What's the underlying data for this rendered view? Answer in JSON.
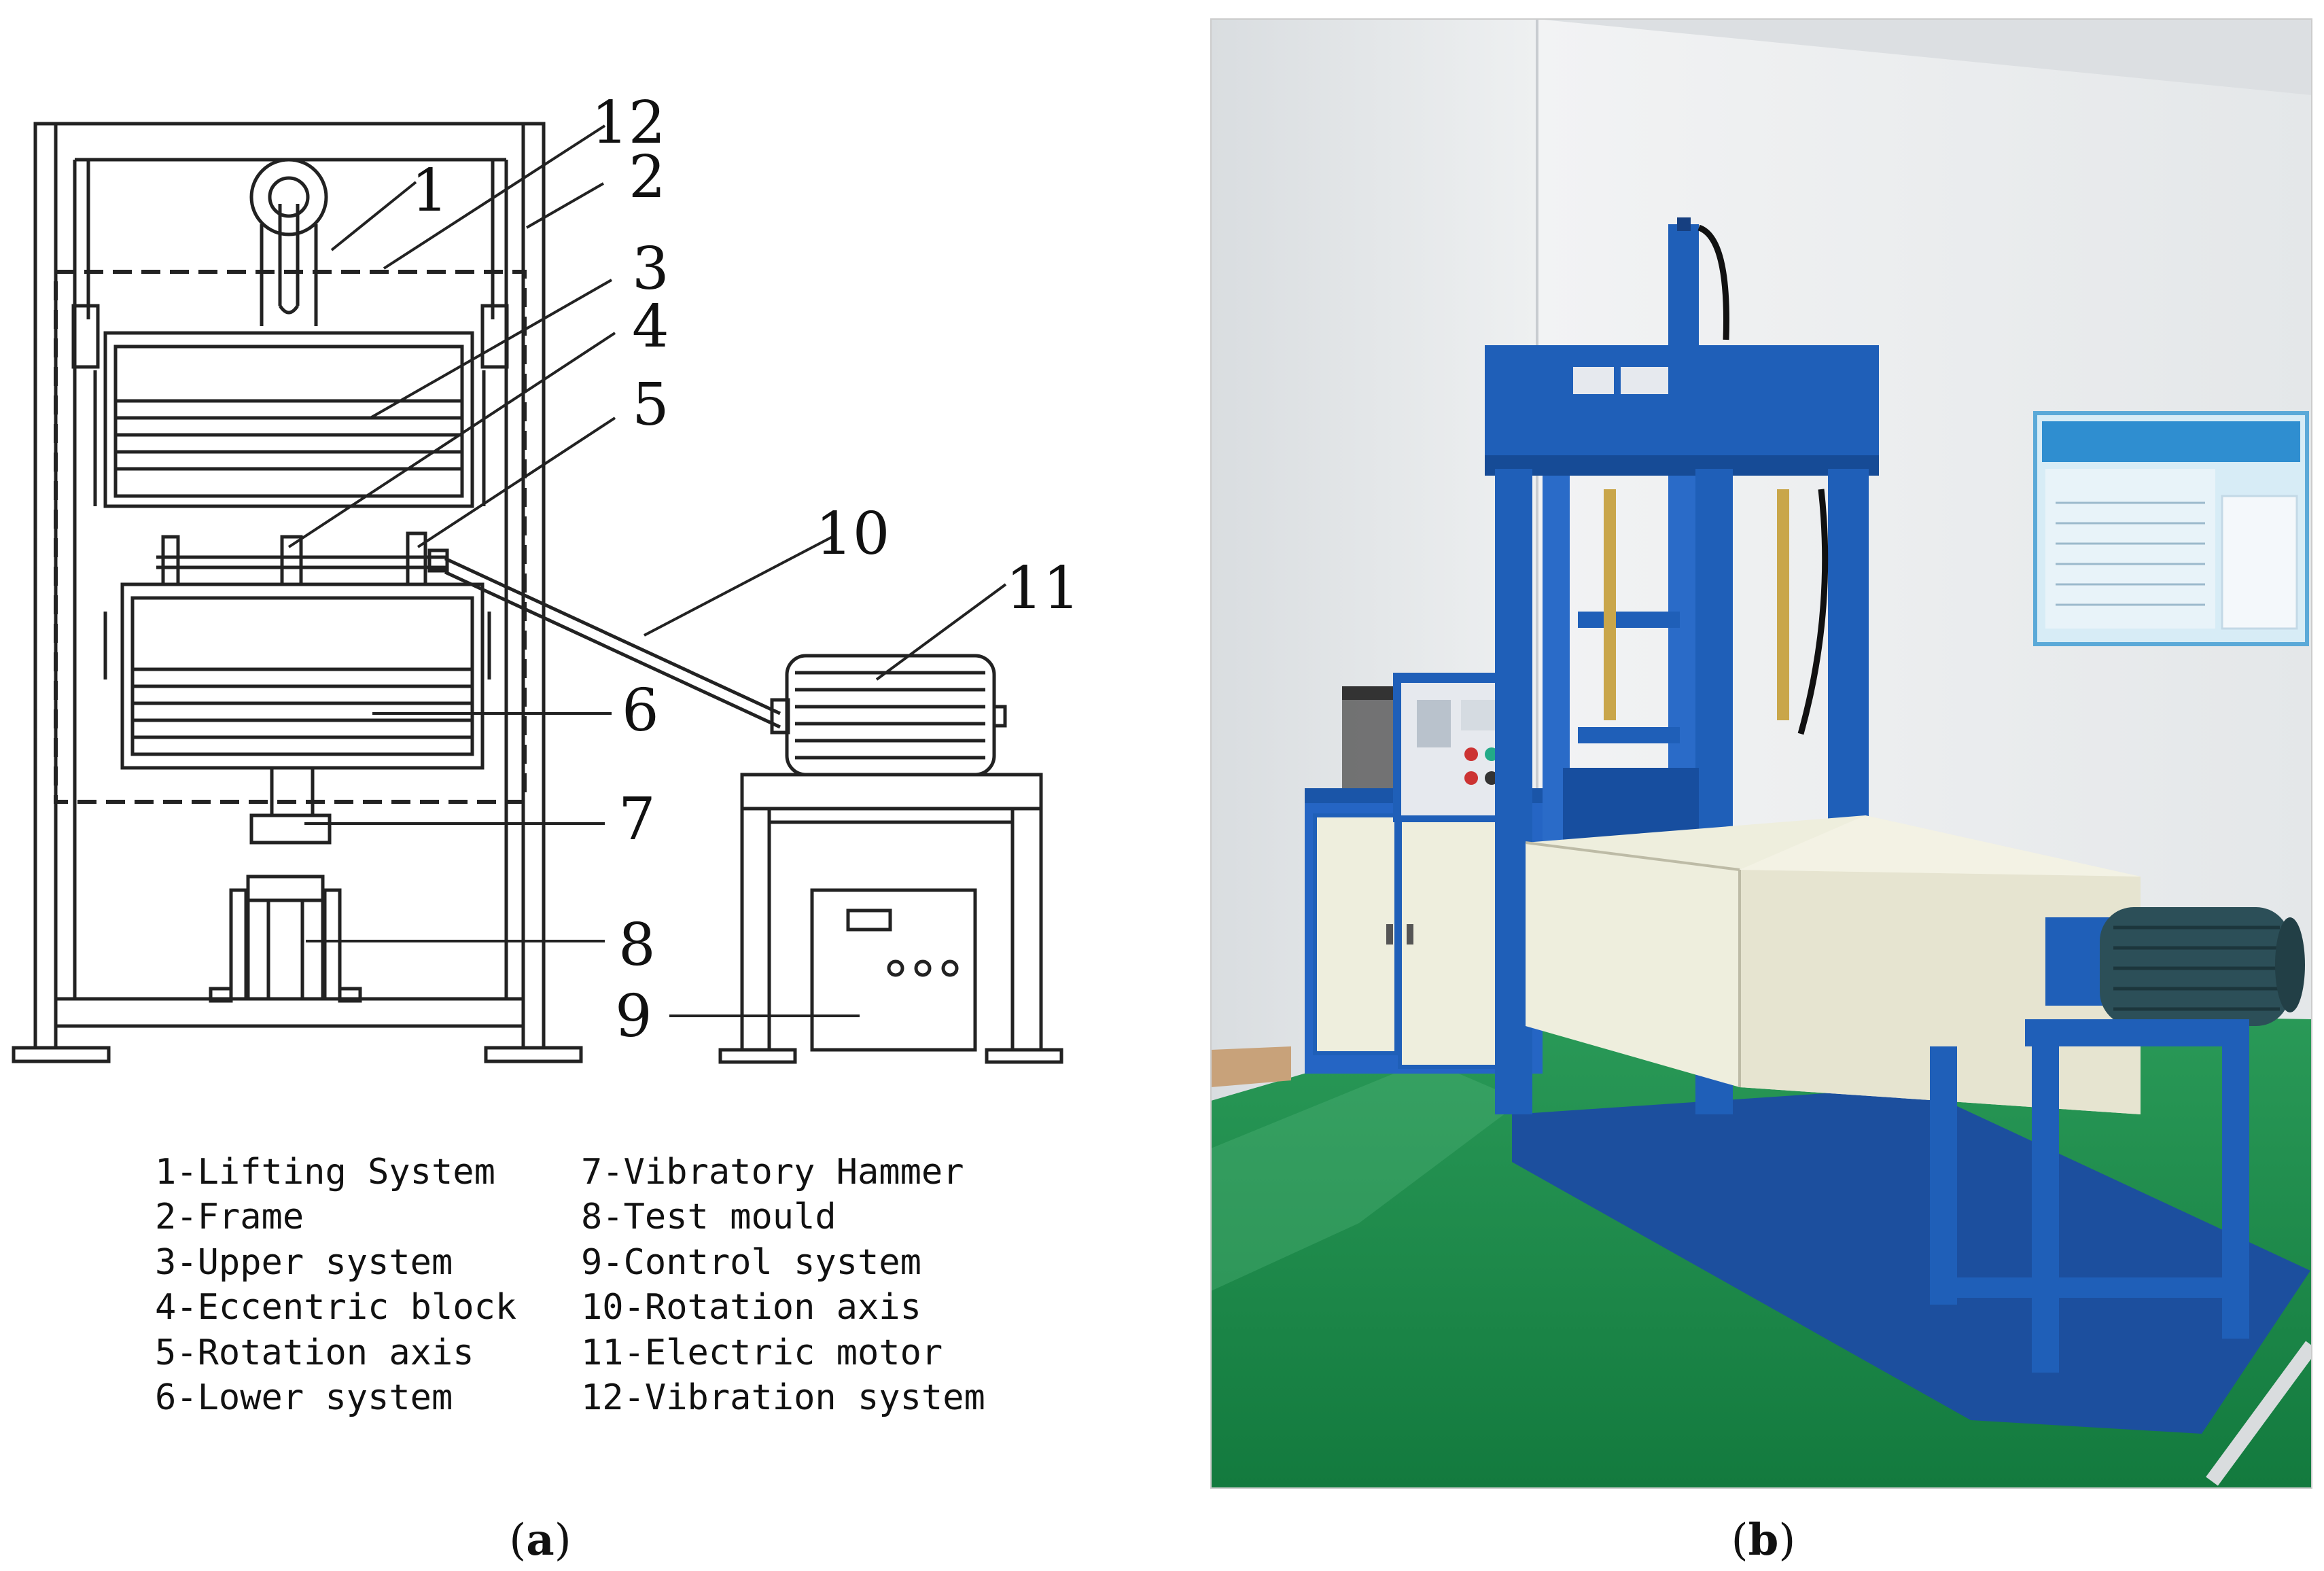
{
  "diagram": {
    "part_numbers": [
      "1",
      "2",
      "3",
      "4",
      "5",
      "6",
      "7",
      "8",
      "9",
      "10",
      "11",
      "12"
    ],
    "legend_left": [
      "1-Lifting System",
      "2-Frame",
      "3-Upper system",
      "4-Eccentric block",
      "5-Rotation axis",
      "6-Lower system"
    ],
    "legend_right": [
      "7-Vibratory Hammer",
      "8-Test mould",
      "9-Control system",
      "10-Rotation axis",
      "11-Electric motor",
      "12-Vibration system"
    ]
  },
  "captions": {
    "a_letter": "a",
    "b_letter": "b"
  },
  "photo": {
    "wall_color": "#e9ecee",
    "floor_color": "#1f8a4c",
    "machine_color": "#1f5fb8",
    "panel_color": "#eeeedd"
  }
}
